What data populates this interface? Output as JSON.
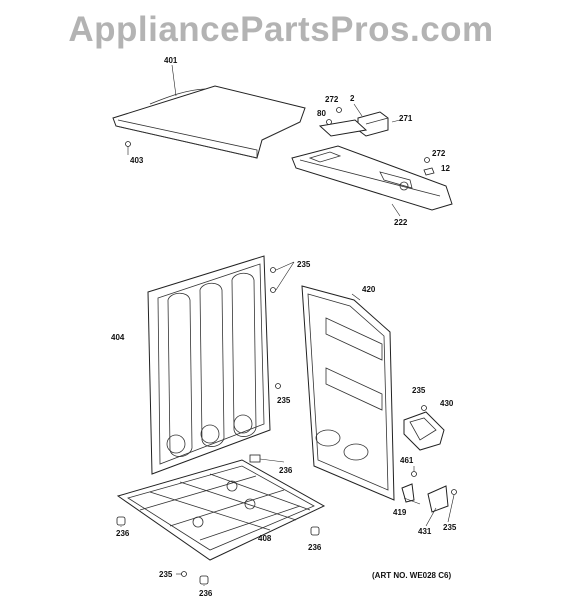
{
  "watermark": "AppliancePartsPros.com",
  "art_number": "(ART NO. WE028 C6)",
  "callouts": {
    "c401": "401",
    "c403": "403",
    "c2": "2",
    "c272a": "272",
    "c80": "80",
    "c271": "271",
    "c272b": "272",
    "c12": "12",
    "c222": "222",
    "c235a": "235",
    "c420": "420",
    "c404": "404",
    "c235b": "235",
    "c235c": "235",
    "c430": "430",
    "c236a": "236",
    "c461": "461",
    "c419": "419",
    "c431": "431",
    "c235d": "235",
    "c236b": "236",
    "c408": "408",
    "c236c": "236",
    "c235e": "235",
    "c236d": "236"
  }
}
